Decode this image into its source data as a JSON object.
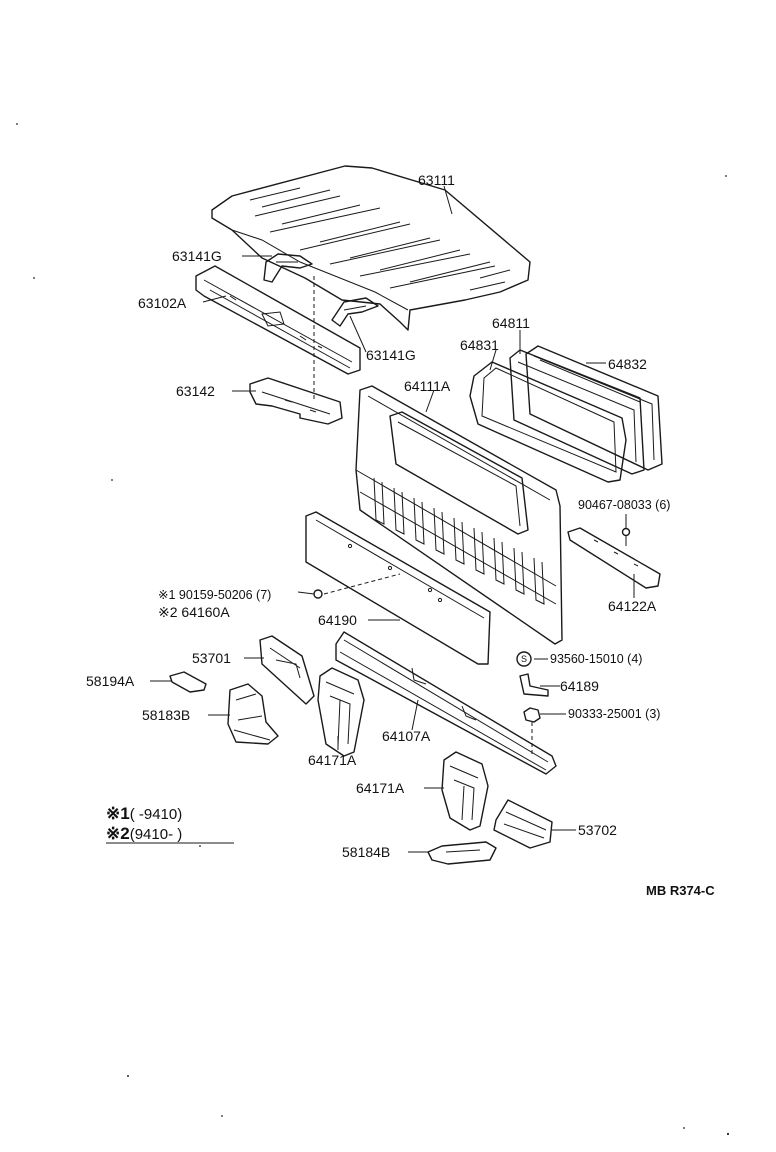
{
  "labels": {
    "p63111": "63111",
    "p63141g_top": "63141G",
    "p63102a": "63102A",
    "p63141g_bot": "63141G",
    "p63142": "63142",
    "p64811": "64811",
    "p64831": "64831",
    "p64832": "64832",
    "p64111a": "64111A",
    "p90467": "90467-08033 (6)",
    "p90159": "※1 90159-50206 (7)",
    "p64160a": "※2 64160A",
    "p64190": "64190",
    "p64122a": "64122A",
    "p53701": "53701",
    "p58194a": "58194A",
    "p58183b": "58183B",
    "p64171a_l": "64171A",
    "p64107a": "64107A",
    "p93560": "93560-15010 (4)",
    "s_mark": "S",
    "p64189": "64189",
    "p90333": "90333-25001 (3)",
    "p64171a_r": "64171A",
    "p53702": "53702",
    "p58184b": "58184B"
  },
  "legend": {
    "row1_mark": "※1",
    "row1_text": "(      -9410)",
    "row2_mark": "※2",
    "row2_text": "(9410-       )"
  },
  "diagram_code": "MB R374-C"
}
